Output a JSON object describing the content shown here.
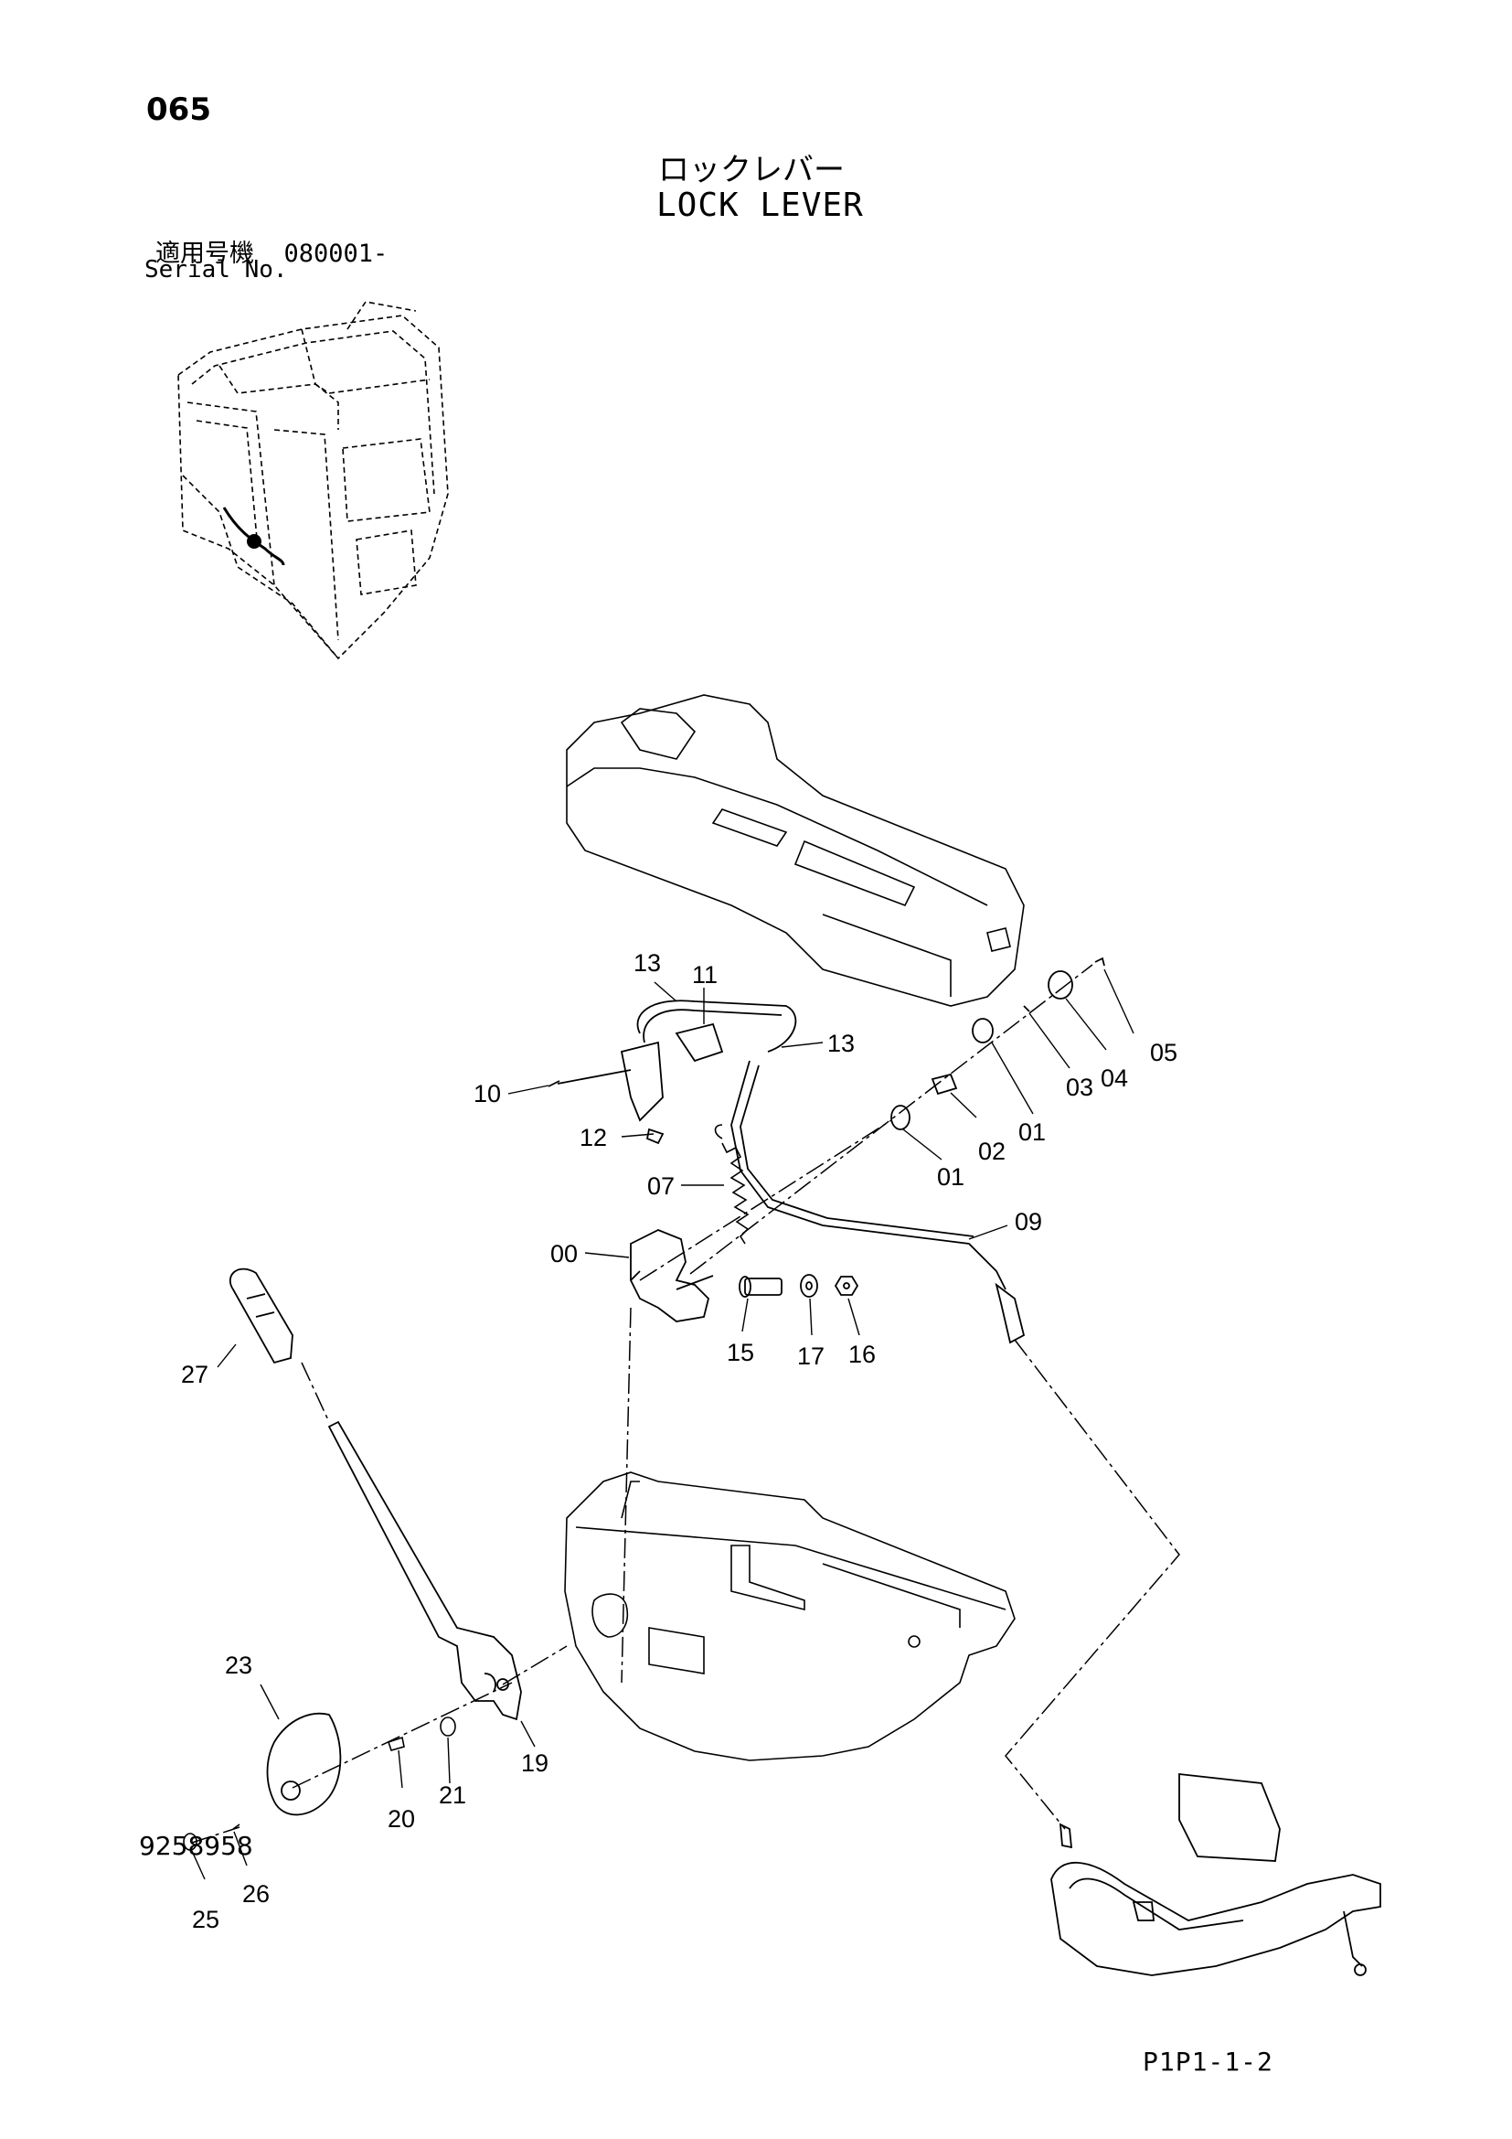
{
  "header": {
    "page_number": "065",
    "title_jp": "ロックレバー",
    "title_en": "LOCK LEVER",
    "serial_label_jp": "適用号機",
    "serial_value": "080001-",
    "serial_label_en": "Serial No."
  },
  "footer": {
    "document_number": "9258958",
    "page_code": "P1P1-1-2"
  },
  "callouts": [
    {
      "id": "c13a",
      "label": "13"
    },
    {
      "id": "c11",
      "label": "11"
    },
    {
      "id": "c13b",
      "label": "13"
    },
    {
      "id": "c10",
      "label": "10"
    },
    {
      "id": "c12",
      "label": "12"
    },
    {
      "id": "c07",
      "label": "07"
    },
    {
      "id": "c00",
      "label": "00"
    },
    {
      "id": "c15",
      "label": "15"
    },
    {
      "id": "c17",
      "label": "17"
    },
    {
      "id": "c16",
      "label": "16"
    },
    {
      "id": "c09",
      "label": "09"
    },
    {
      "id": "c01a",
      "label": "01"
    },
    {
      "id": "c02",
      "label": "02"
    },
    {
      "id": "c01b",
      "label": "01"
    },
    {
      "id": "c03",
      "label": "03"
    },
    {
      "id": "c04",
      "label": "04"
    },
    {
      "id": "c05",
      "label": "05"
    },
    {
      "id": "c27",
      "label": "27"
    },
    {
      "id": "c23",
      "label": "23"
    },
    {
      "id": "c19",
      "label": "19"
    },
    {
      "id": "c20",
      "label": "20"
    },
    {
      "id": "c21",
      "label": "21"
    },
    {
      "id": "c26",
      "label": "26"
    },
    {
      "id": "c25",
      "label": "25"
    }
  ]
}
